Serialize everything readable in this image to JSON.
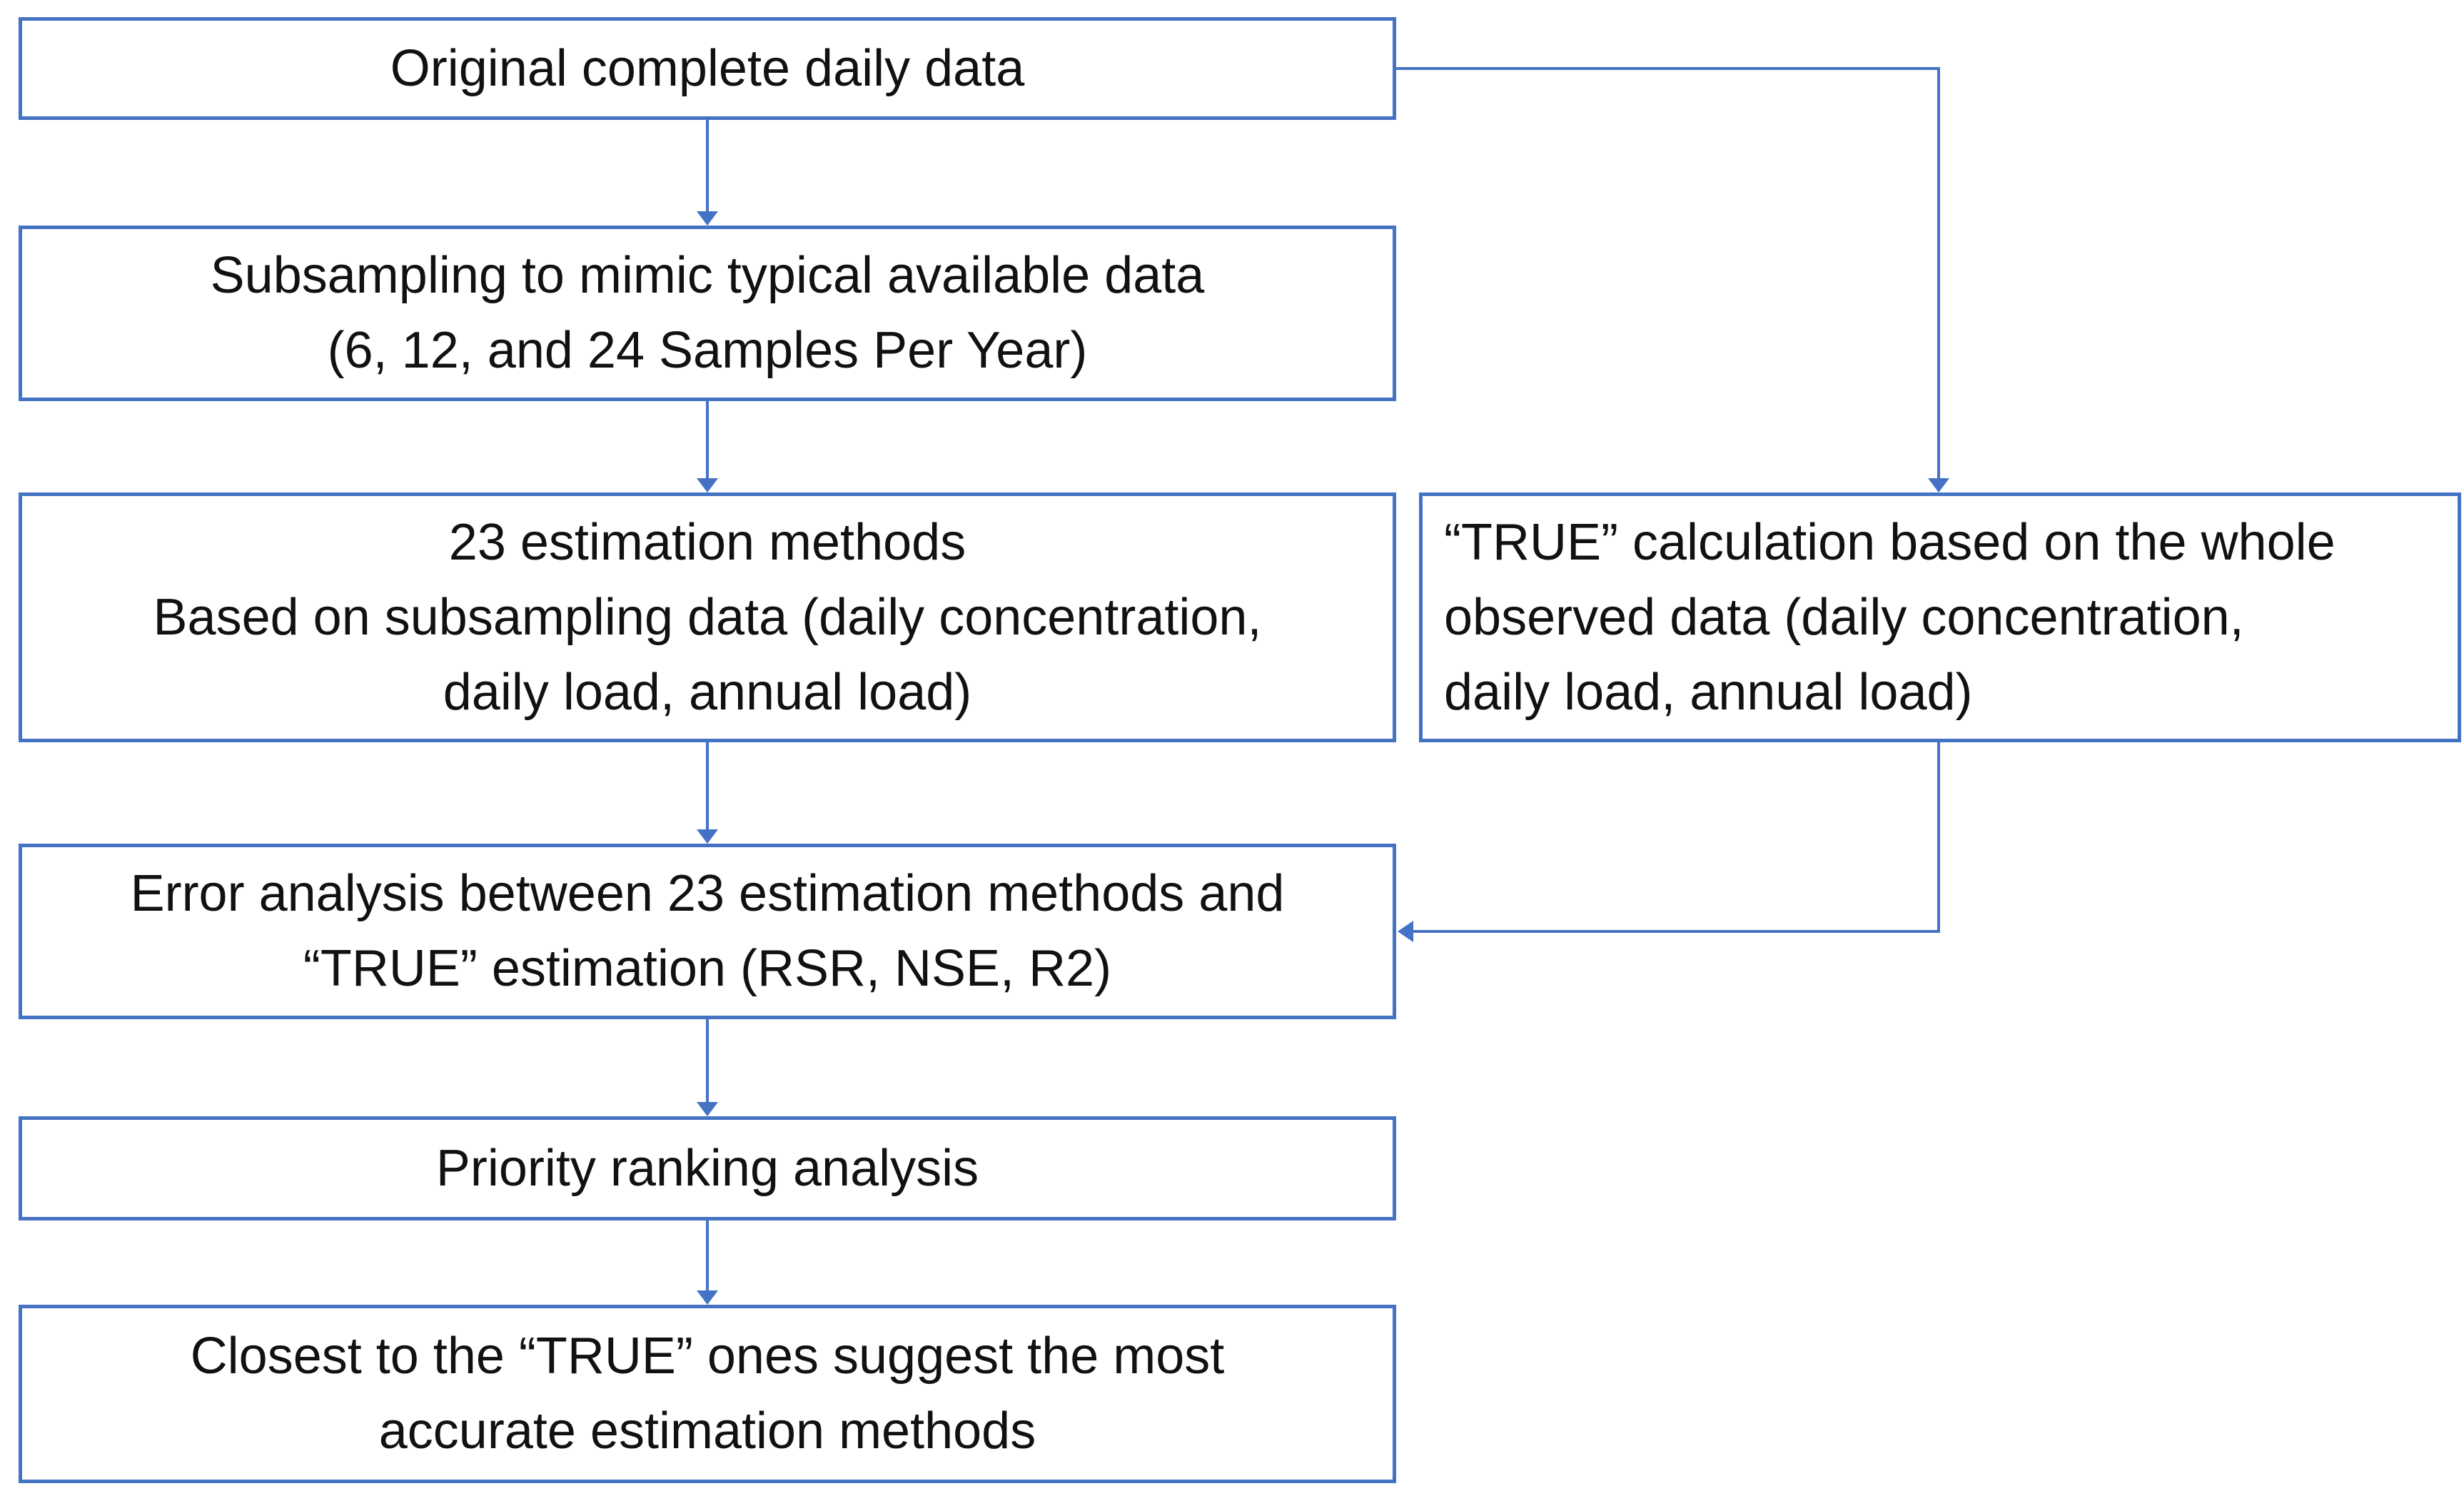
{
  "colors": {
    "box_border": "#4472c4",
    "connector": "#4472c4",
    "text": "#111111",
    "background": "#ffffff"
  },
  "boxes": {
    "original_data": {
      "lines": [
        "Original complete daily data"
      ]
    },
    "subsampling": {
      "lines": [
        "Subsampling to mimic typical available data",
        "(6, 12, and 24 Samples Per Year)"
      ]
    },
    "estimation_methods": {
      "lines": [
        "23 estimation methods",
        "Based on subsampling data (daily concentration,",
        "daily load, annual load)"
      ]
    },
    "true_calculation": {
      "lines": [
        "“TRUE” calculation based on the whole",
        "observed data (daily concentration,",
        "daily load, annual load)"
      ]
    },
    "error_analysis": {
      "lines": [
        "Error analysis between 23 estimation methods and",
        "“TRUE” estimation (RSR, NSE, R2)"
      ]
    },
    "priority_ranking": {
      "lines": [
        "Priority ranking analysis"
      ]
    },
    "conclusion": {
      "lines": [
        "Closest to the “TRUE” ones suggest the most",
        "accurate estimation methods"
      ]
    }
  }
}
